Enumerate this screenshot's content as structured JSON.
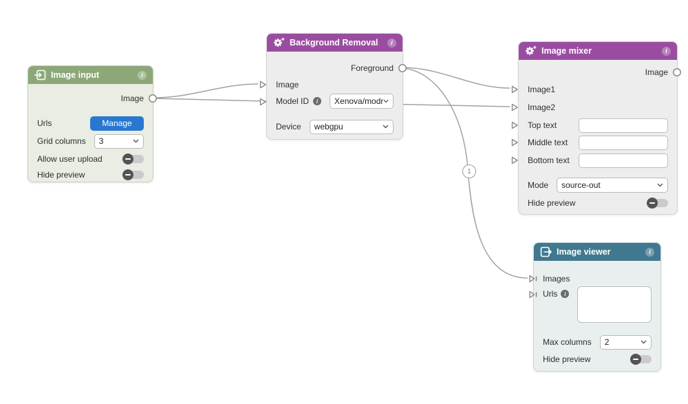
{
  "colors": {
    "input_node_header": "#8CA878",
    "model_node_header": "#9A4DA0",
    "viewer_node_header": "#40798F",
    "edge": "#A2A2A2",
    "manage_button": "#2878D0"
  },
  "nodes": [
    {
      "title": "Image input",
      "header_icon": "input-icon",
      "info_glyph": "i",
      "output": {
        "label": "Image"
      },
      "rows": [
        {
          "label": "Urls",
          "button_label": "Manage"
        },
        {
          "label": "Grid columns",
          "value": "3"
        },
        {
          "label": "Allow user upload",
          "toggle": "off"
        },
        {
          "label": "Hide preview",
          "toggle": "off"
        }
      ]
    },
    {
      "title": "Background Removal",
      "header_icon": "model-gear-icon",
      "info_glyph": "i",
      "output": {
        "label": "Foreground"
      },
      "rows": [
        {
          "label": "Image"
        },
        {
          "label": "Model ID",
          "info_glyph": "i",
          "value": "Xenova/modne"
        },
        {
          "label": "Device",
          "value": "webgpu"
        }
      ]
    },
    {
      "title": "Image mixer",
      "header_icon": "model-gear-icon",
      "info_glyph": "i",
      "output": {
        "label": "Image"
      },
      "rows": [
        {
          "label": "Image1"
        },
        {
          "label": "Image2"
        },
        {
          "label": "Top text",
          "value": ""
        },
        {
          "label": "Middle text",
          "value": ""
        },
        {
          "label": "Bottom text",
          "value": ""
        },
        {
          "label": "Mode",
          "value": "source-out"
        },
        {
          "label": "Hide preview",
          "toggle": "off"
        }
      ]
    },
    {
      "title": "Image viewer",
      "header_icon": "output-icon",
      "info_glyph": "i",
      "rows": [
        {
          "label": "Images"
        },
        {
          "label": "Urls",
          "info_glyph": "i",
          "value": ""
        },
        {
          "label": "Max columns",
          "value": "2"
        },
        {
          "label": "Hide preview",
          "toggle": "off"
        }
      ]
    }
  ],
  "edges": [
    {
      "from": "Image input / Image",
      "to": "Background Removal / Image"
    },
    {
      "from": "Image input / Image",
      "to": "Image mixer / Image2"
    },
    {
      "from": "Background Removal / Foreground",
      "to": "Image mixer / Image1"
    },
    {
      "from": "Background Removal / Foreground",
      "to": "Image viewer / Images",
      "badge": "1"
    }
  ]
}
